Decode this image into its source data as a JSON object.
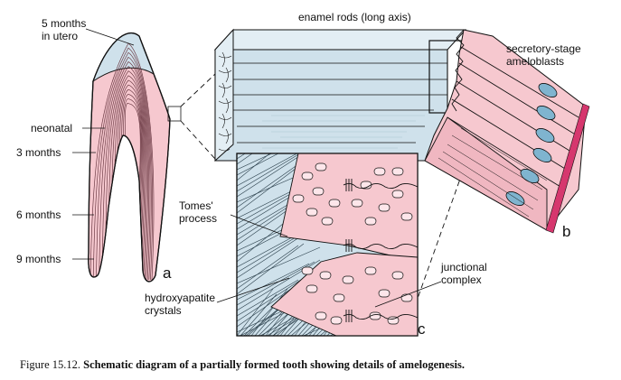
{
  "labels": {
    "in_utero_5": "5 months\nin utero",
    "neonatal": "neonatal",
    "m3": "3 months",
    "m6": "6 months",
    "m9": "9 months",
    "enamel_rods": "enamel rods (long axis)",
    "ameloblasts": "secretory-stage\nameloblasts",
    "tomes": "Tomes'\nprocess",
    "hydroxyapatite": "hydroxyapatite\ncrystals",
    "junctional": "junctional\ncomplex"
  },
  "panels": {
    "a": "a",
    "b": "b",
    "c": "c"
  },
  "caption": {
    "number": "Figure 15.12.",
    "text": "Schematic diagram of a partially formed tooth showing details of amelogenesis."
  },
  "colors": {
    "pink": "#f6c8cf",
    "pink_dark": "#f0b7c1",
    "blue": "#cfe1eb",
    "blue_light": "#e3eef4",
    "cell_border": "#d6376e",
    "nucleus": "#7fb4cf",
    "line": "#111111"
  }
}
